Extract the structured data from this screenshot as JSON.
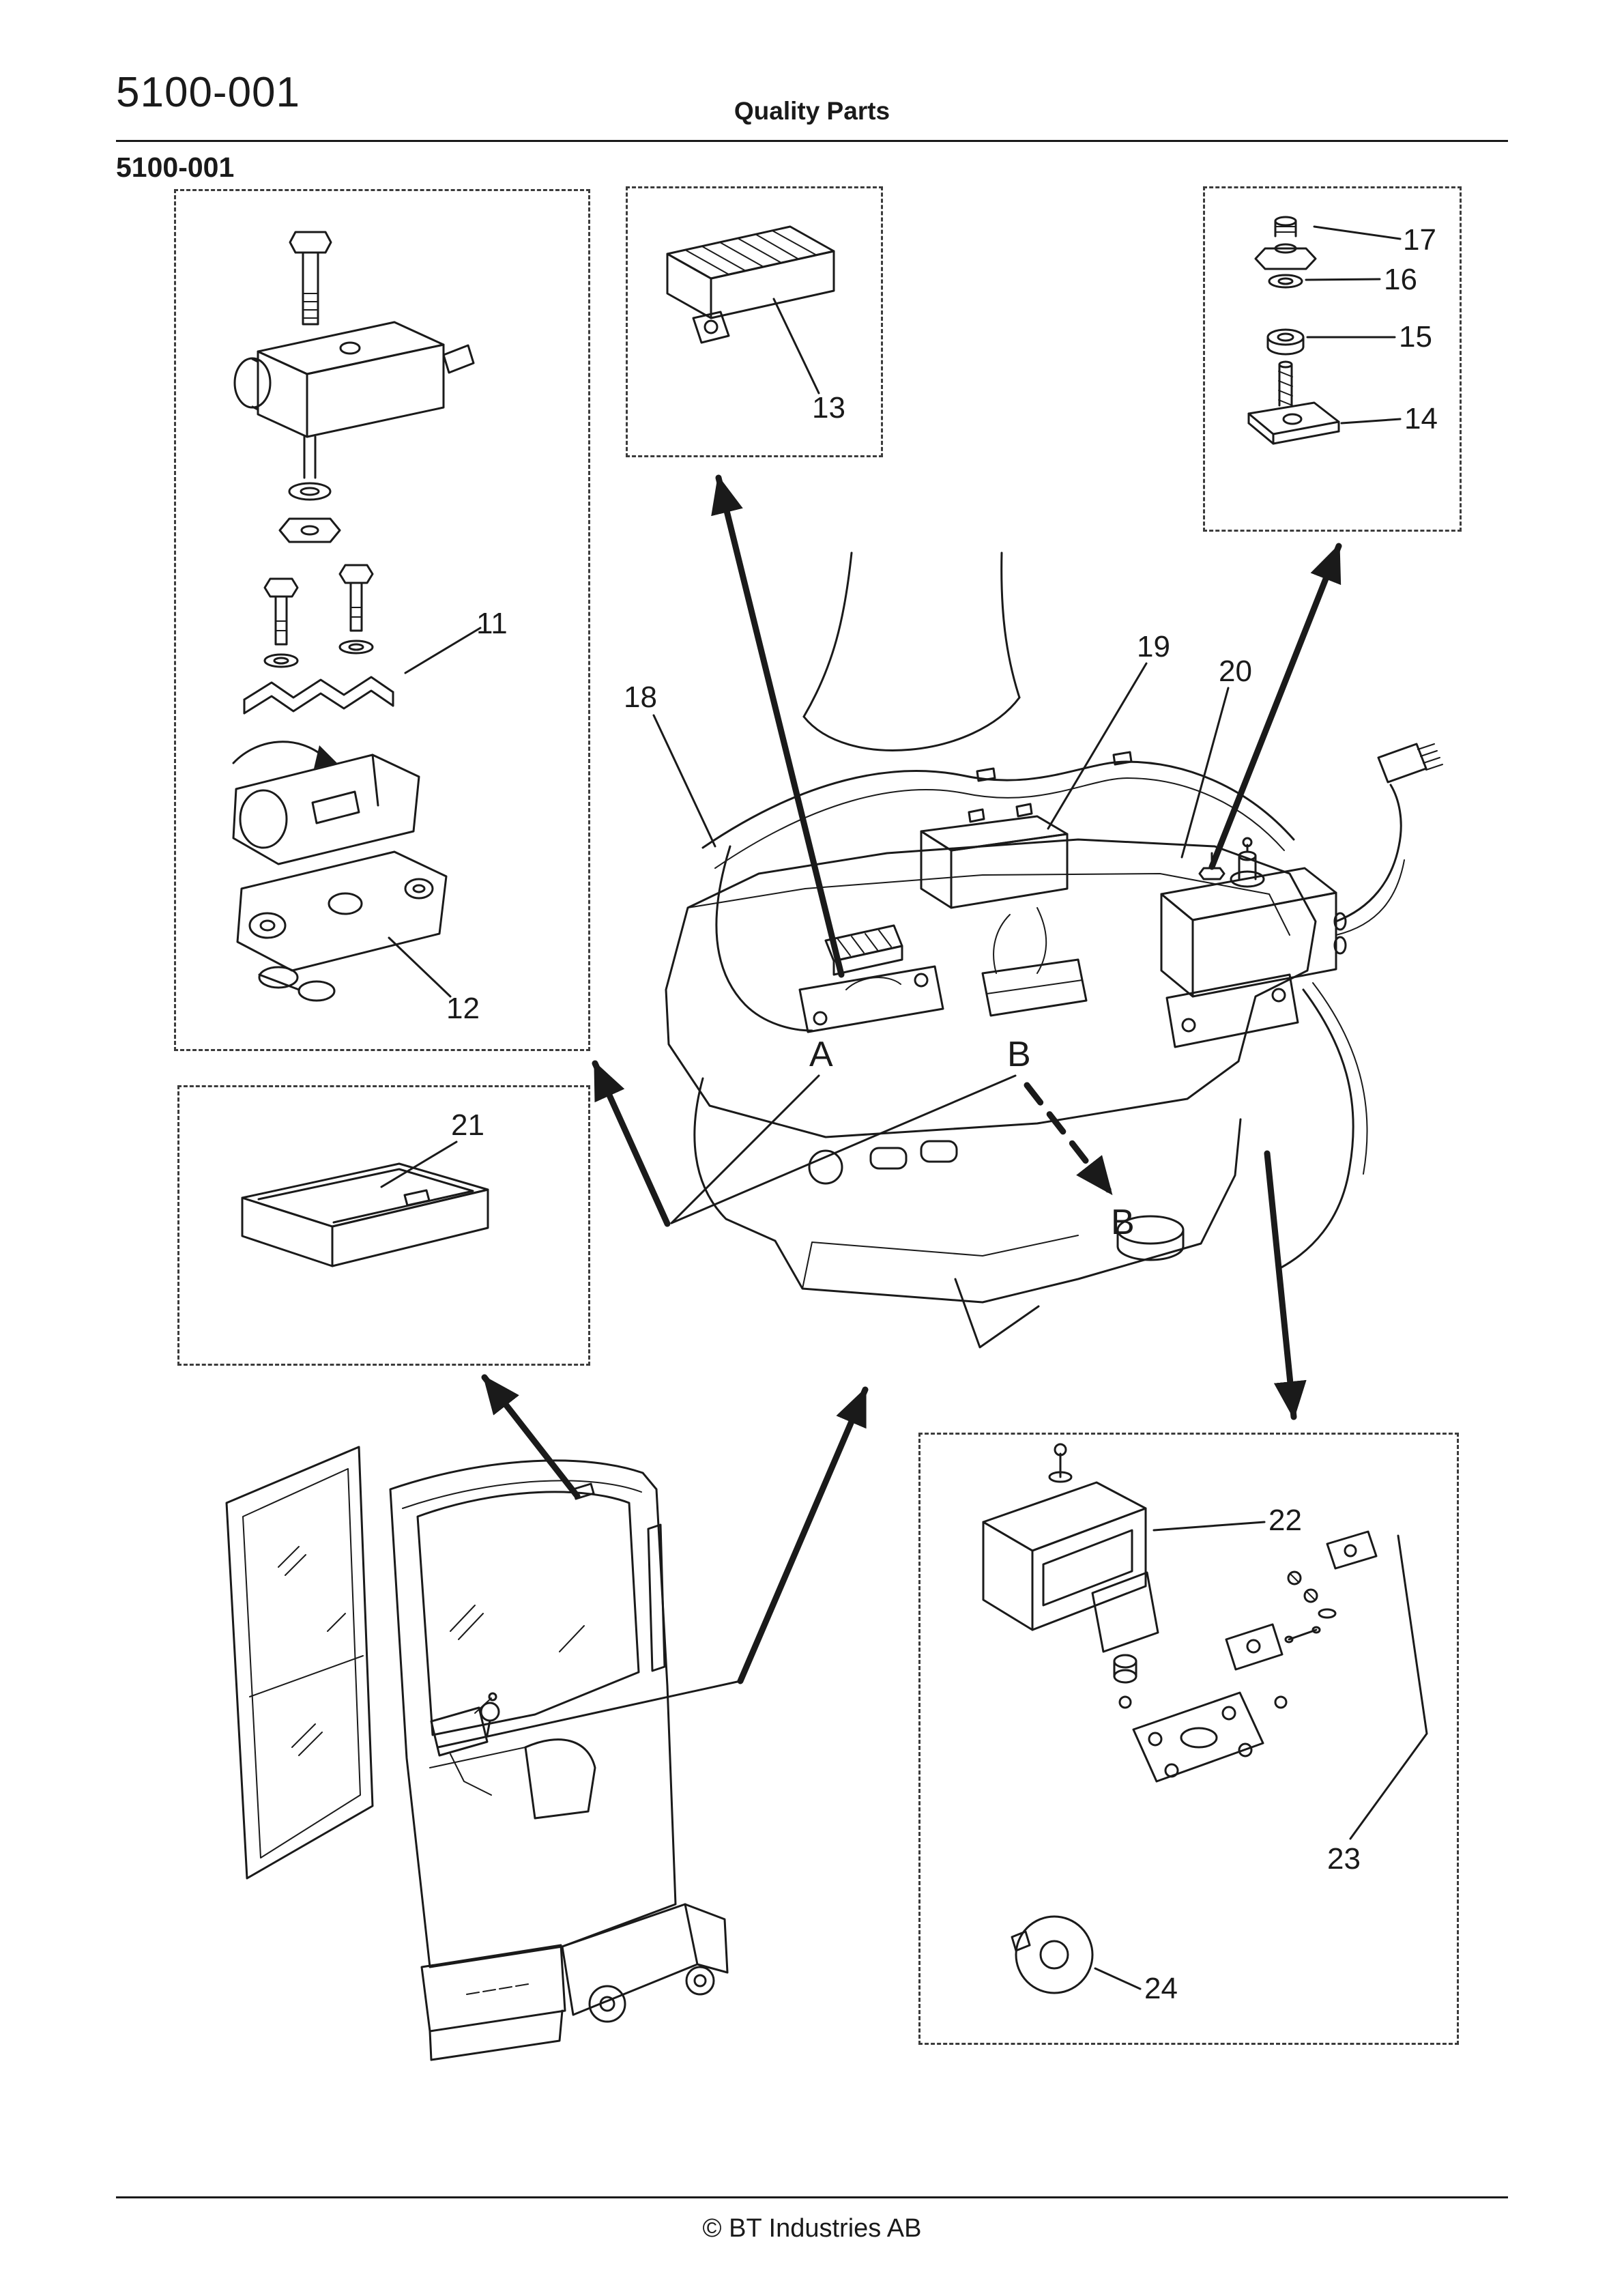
{
  "page": {
    "doc_number": "5100-001",
    "header_title": "Quality Parts",
    "section_title": "5100-001",
    "footer_text": "© BT Industries AB"
  },
  "callouts": {
    "n11": "11",
    "n12": "12",
    "n13": "13",
    "n14": "14",
    "n15": "15",
    "n16": "16",
    "n17": "17",
    "n18": "18",
    "n19": "19",
    "n20": "20",
    "n21": "21",
    "n22": "22",
    "n23": "23",
    "n24": "24",
    "ref_a": "A",
    "ref_b": "B",
    "ref_b_target": "B"
  },
  "colors": {
    "ink": "#1a1a1a",
    "paper": "#ffffff"
  }
}
